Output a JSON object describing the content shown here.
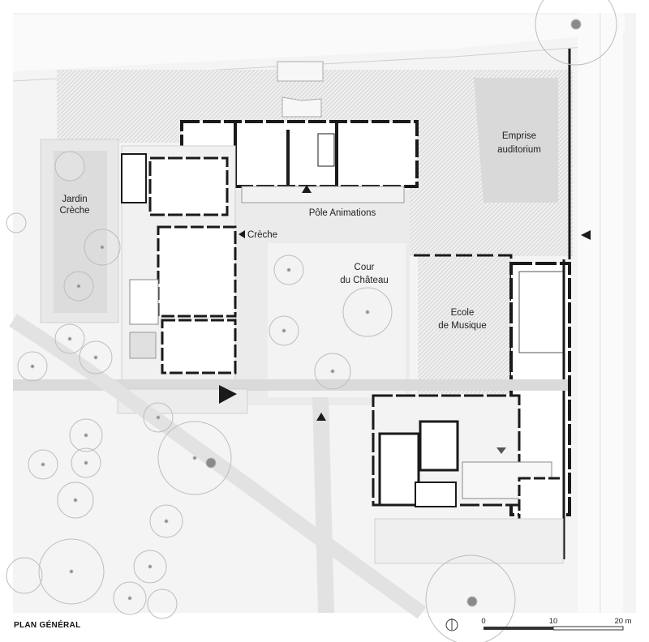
{
  "labels": {
    "jardin_creche_line1": "Jardin",
    "jardin_creche_line2": "Crèche",
    "emprise_line1": "Emprise",
    "emprise_line2": "auditorium",
    "pole_animations": "Pôle Animations",
    "creche": "Crèche",
    "cour_line1": "Cour",
    "cour_line2": "du Château",
    "ecole_line1": "Ecole",
    "ecole_line2": "de Musique"
  },
  "caption": "PLAN GÉNÉRAL",
  "scale_bar": {
    "tick_0": "0",
    "tick_10": "10",
    "tick_20": "20 m"
  },
  "colors": {
    "walls": "#1a1a1a",
    "ground": "#ececec",
    "courtyard": "#f2f2f2",
    "paving_hatch": "#d6d6d6",
    "auditorium_zone": "#d9d9d9",
    "trees": "#8a8a8a"
  },
  "icons": [
    "north-arrow-icon",
    "entrance-arrow-icon"
  ]
}
